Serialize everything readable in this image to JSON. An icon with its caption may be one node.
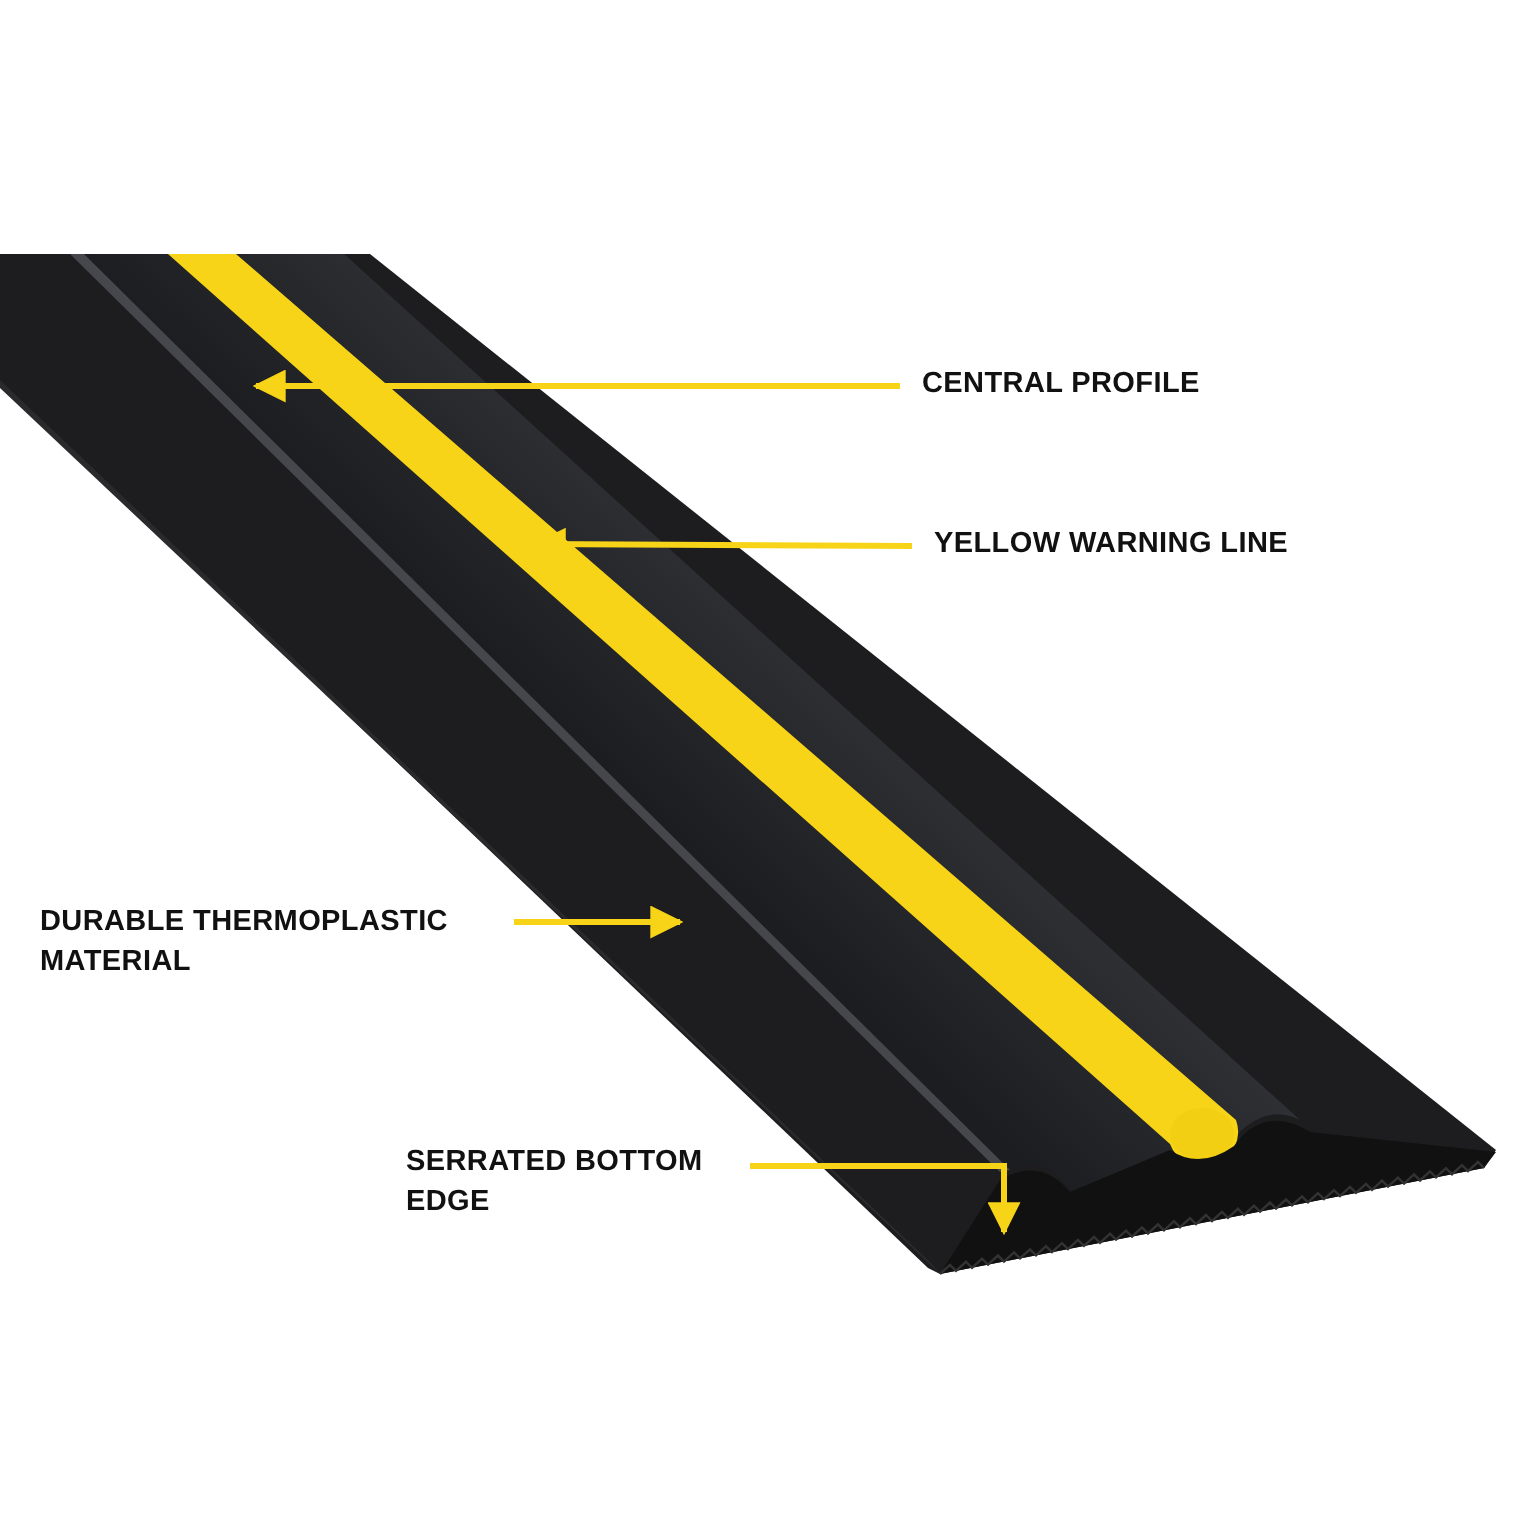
{
  "diagram": {
    "nodes": [
      {
        "text": [
          "CENTRAL PROFILE"
        ]
      },
      {
        "text": [
          "YELLOW WARNING LINE"
        ]
      },
      {
        "text": [
          "DURABLE THERMOPLASTIC MATERIAL"
        ]
      },
      {
        "text": [
          "SERRATED BOTTOM EDGE"
        ]
      }
    ],
    "edges": [
      {
        "from": 0,
        "to": null,
        "arrow": "to"
      },
      {
        "from": 1,
        "to": null,
        "arrow": "to"
      },
      {
        "from": 2,
        "to": null,
        "arrow": "to"
      },
      {
        "from": 3,
        "to": null,
        "arrow": "to"
      }
    ]
  }
}
